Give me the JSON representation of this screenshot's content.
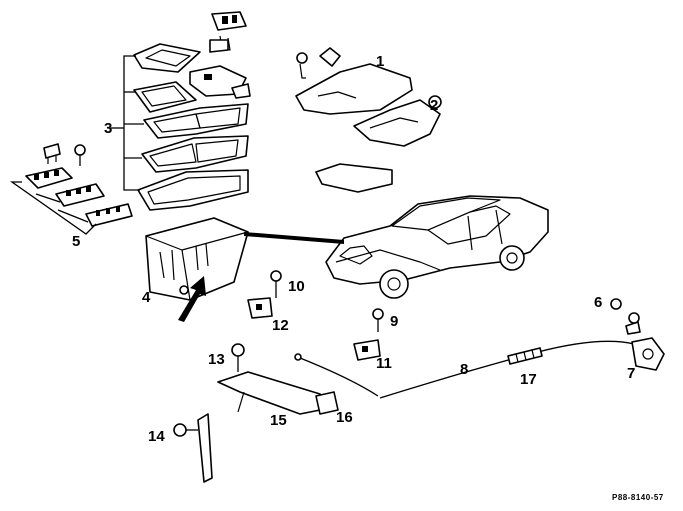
{
  "diagram": {
    "callouts": [
      {
        "id": "c1",
        "text": "1"
      },
      {
        "id": "c2",
        "text": "2"
      },
      {
        "id": "c3",
        "text": "3"
      },
      {
        "id": "c4",
        "text": "4"
      },
      {
        "id": "c5",
        "text": "5"
      },
      {
        "id": "c6",
        "text": "6"
      },
      {
        "id": "c7",
        "text": "7"
      },
      {
        "id": "c8",
        "text": "8"
      },
      {
        "id": "c9",
        "text": "9"
      },
      {
        "id": "c10",
        "text": "10"
      },
      {
        "id": "c11",
        "text": "11"
      },
      {
        "id": "c12",
        "text": "12"
      },
      {
        "id": "c13",
        "text": "13"
      },
      {
        "id": "c14",
        "text": "14"
      },
      {
        "id": "c15",
        "text": "15"
      },
      {
        "id": "c16",
        "text": "16"
      },
      {
        "id": "c17",
        "text": "17"
      }
    ],
    "figure_code": "P88-8140-57"
  }
}
